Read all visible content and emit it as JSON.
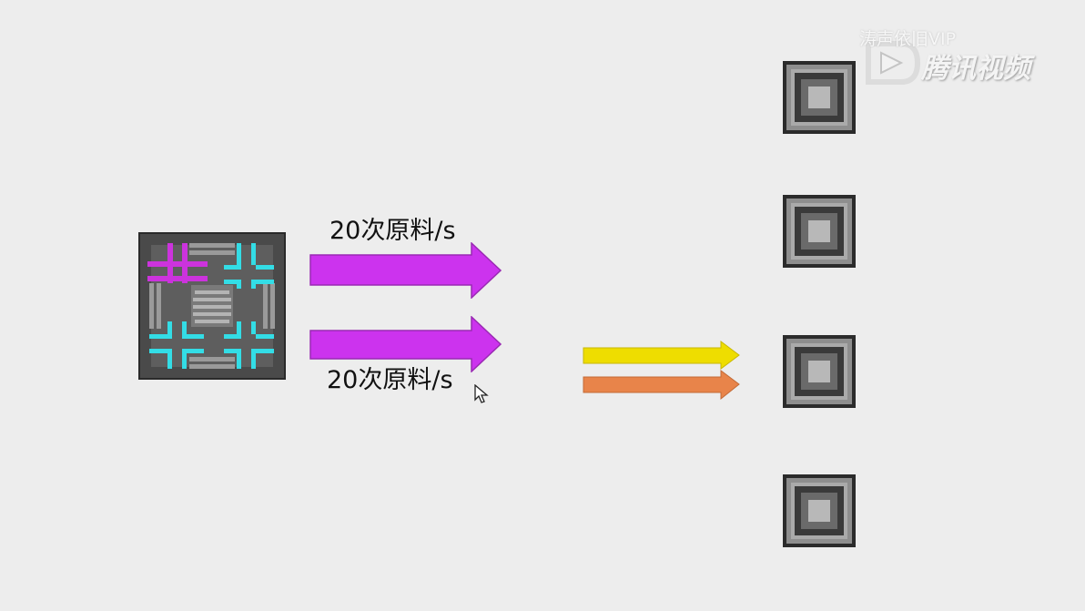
{
  "watermark": {
    "uploader": "涛声依旧VIP",
    "platform": "腾讯视频",
    "logo_icon": "tencent-video-play-logo"
  },
  "diagram": {
    "source_block": {
      "icon": "machine-block-icon",
      "accent_colors": [
        "#cc33dd",
        "#33dde6"
      ]
    },
    "input_arrows": [
      {
        "label": "20次原料/s",
        "color": "#cc33ee",
        "direction": "right"
      },
      {
        "label": "20次原料/s",
        "color": "#cc33ee",
        "direction": "right"
      }
    ],
    "output_arrows": [
      {
        "color": "#eedd00",
        "direction": "right"
      },
      {
        "color": "#e8844a",
        "direction": "right"
      }
    ],
    "target_blocks": [
      {
        "icon": "target-block-icon"
      },
      {
        "icon": "target-block-icon"
      },
      {
        "icon": "target-block-icon"
      },
      {
        "icon": "target-block-icon"
      }
    ]
  }
}
